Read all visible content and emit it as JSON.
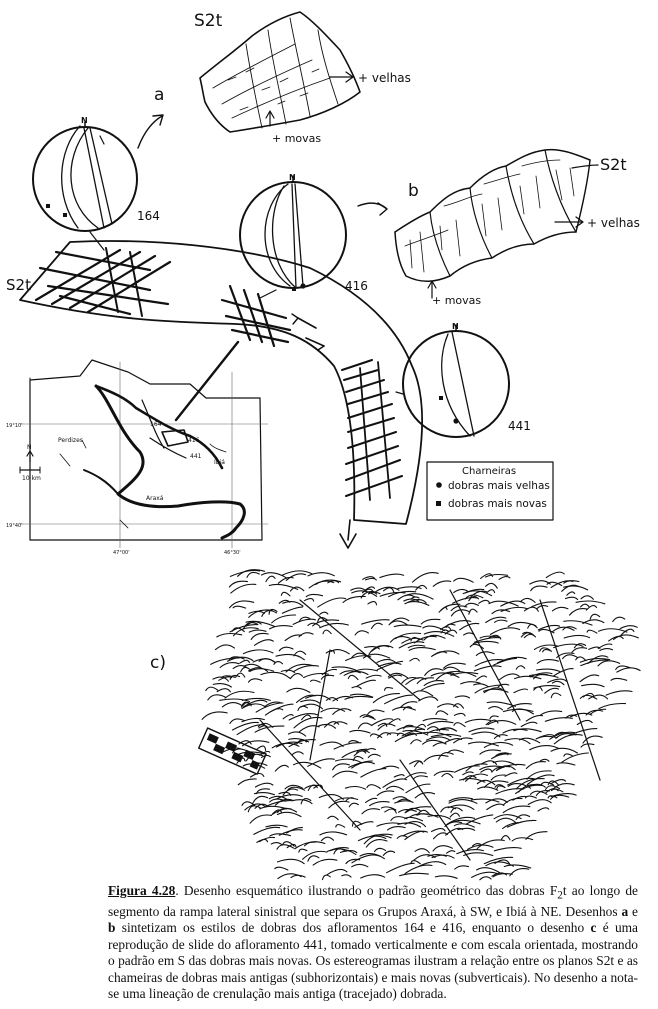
{
  "labels": {
    "s2t_top": "S2t",
    "s2t_right": "S2t",
    "s2t_left": "S2t",
    "a": "a",
    "b": "b",
    "c": "c)",
    "velhas_a": "+ velhas",
    "novas_a": "+ movas",
    "velhas_b": "+ velhas",
    "novas_b": "+ movas",
    "north": "N"
  },
  "stereonets": [
    {
      "id": "164",
      "label": "164"
    },
    {
      "id": "416",
      "label": "416"
    },
    {
      "id": "441",
      "label": "441"
    }
  ],
  "legend": {
    "title": "Charneiras",
    "old_folds": "dobras mais velhas",
    "new_folds": "dobras mais novas"
  },
  "map": {
    "site_164": "164",
    "site_416": "416",
    "site_441": "441",
    "town_w": "Perdizes",
    "town_e": "Ibiá",
    "town_s": "Araxá",
    "scale": "10 km",
    "lat_top": "19°10'",
    "lat_bot": "19°40'",
    "lon_left": "47°00'",
    "lon_right": "46°30'",
    "north": "N"
  },
  "caption": {
    "figure": "Figura 4.28",
    "p1": ". Desenho esquemático ilustrando o padrão geométrico das dobras F",
    "sub": "2",
    "p2": "t ao longo de segmento da rampa lateral sinistral que separa os Grupos Araxá, à SW, e Ibiá à NE. Desenhos ",
    "a": "a",
    "p3": " e ",
    "b": "b",
    "p4": " sintetizam os estilos de dobras dos afloramentos 164 e 416, enquanto o desenho ",
    "c": "c",
    "p5": " é uma reprodução de slide do afloramento 441, tomado verticalmente e com escala orientada, mostrando o padrão em S das dobras mais novas. Os estereogramas ilustram a relação entre os planos S2t e as chameiras de dobras mais antigas (subhorizontais) e mais novas (subverticais). No desenho a nota-se uma lineação de crenulação mais antiga (tracejado) dobrada."
  }
}
